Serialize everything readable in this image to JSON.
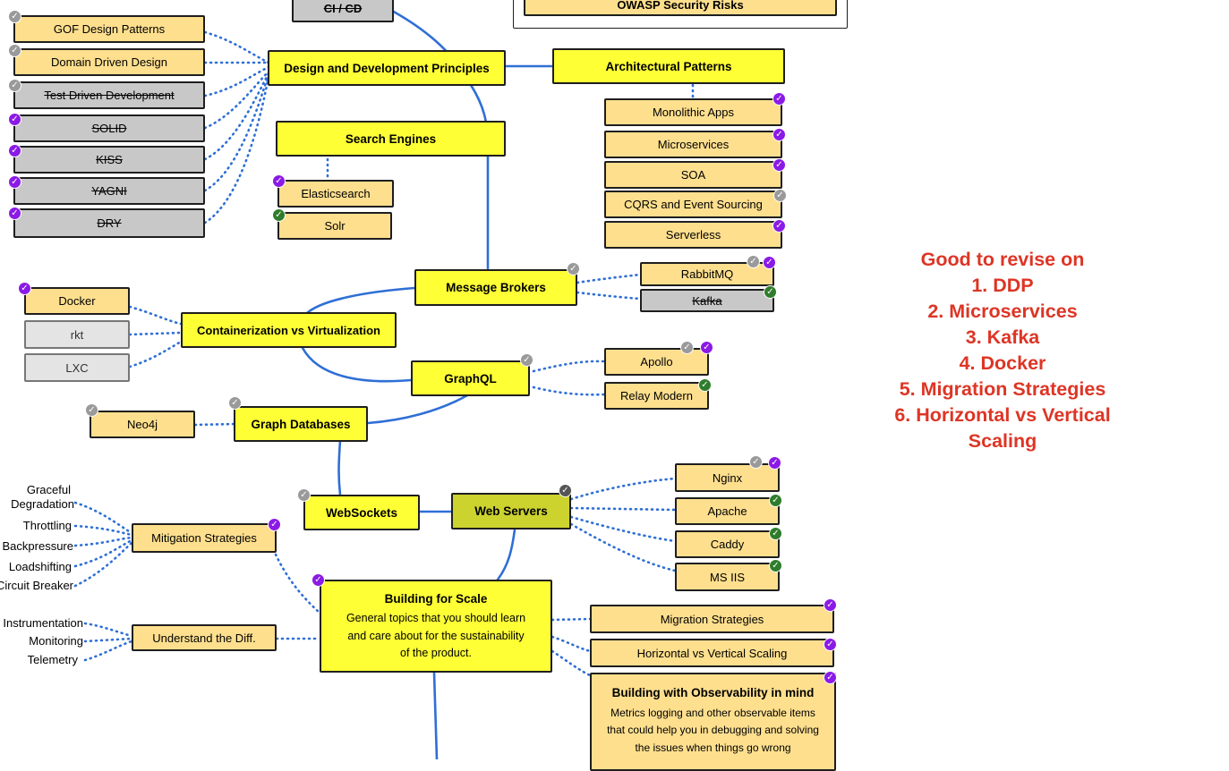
{
  "colors": {
    "connector": "#2f6fd6",
    "main_node": "#ffff36",
    "sub_node": "#fedf8e",
    "completed_node": "#c8c8c8",
    "note_text": "#dd3525",
    "badge_purple": "#8b1ae6",
    "badge_green": "#2f7d2c",
    "badge_grey": "#9a9a9a"
  },
  "badge_icons": {
    "purple": "check-circle-icon",
    "green": "check-circle-icon",
    "grey": "check-circle-icon"
  },
  "top": {
    "ci_cd": "CI / CD",
    "owasp": "OWASP Security Risks"
  },
  "design_principles": {
    "title": "Design and Development Principles",
    "items": [
      "GOF Design Patterns",
      "Domain Driven Design",
      "Test Driven Development",
      "SOLID",
      "KISS",
      "YAGNI",
      "DRY"
    ]
  },
  "architectural_patterns": {
    "title": "Architectural Patterns",
    "items": [
      "Monolithic Apps",
      "Microservices",
      "SOA",
      "CQRS and Event Sourcing",
      "Serverless"
    ]
  },
  "search_engines": {
    "title": "Search Engines",
    "items": [
      "Elasticsearch",
      "Solr"
    ]
  },
  "message_brokers": {
    "title": "Message Brokers",
    "items": [
      "RabbitMQ",
      "Kafka"
    ]
  },
  "containerization": {
    "title": "Containerization vs Virtualization",
    "items": [
      "Docker",
      "rkt",
      "LXC"
    ]
  },
  "graphql": {
    "title": "GraphQL",
    "items": [
      "Apollo",
      "Relay Modern"
    ]
  },
  "graph_databases": {
    "title": "Graph Databases",
    "items": [
      "Neo4j"
    ]
  },
  "websockets": {
    "title": "WebSockets"
  },
  "web_servers": {
    "title": "Web Servers",
    "items": [
      "Nginx",
      "Apache",
      "Caddy",
      "MS IIS"
    ]
  },
  "mitigation": {
    "title": "Mitigation Strategies",
    "leaves": [
      "Graceful",
      "Degradation",
      "Throttling",
      "Backpressure",
      "Loadshifting",
      "Circuit Breaker"
    ]
  },
  "understand": {
    "title": "Understand the Diff.",
    "leaves": [
      "Instrumentation",
      "Monitoring",
      "Telemetry"
    ]
  },
  "scale": {
    "title": "Building for Scale",
    "description": [
      "General topics that you should learn",
      "and care about for the sustainability",
      "of the product."
    ]
  },
  "scale_items": {
    "migration": "Migration Strategies",
    "horizontal": "Horizontal vs Vertical Scaling",
    "observability_title": "Building with Observability in mind",
    "observability_description": [
      "Metrics logging and other observable items",
      "that could help you in debugging and solving",
      "the issues when things go wrong"
    ]
  },
  "revision_note": {
    "lines": [
      "Good to revise on",
      "1. DDP",
      "2. Microservices",
      "3. Kafka",
      "4. Docker",
      "5. Migration Strategies",
      "6. Horizontal vs Vertical",
      "Scaling"
    ]
  }
}
